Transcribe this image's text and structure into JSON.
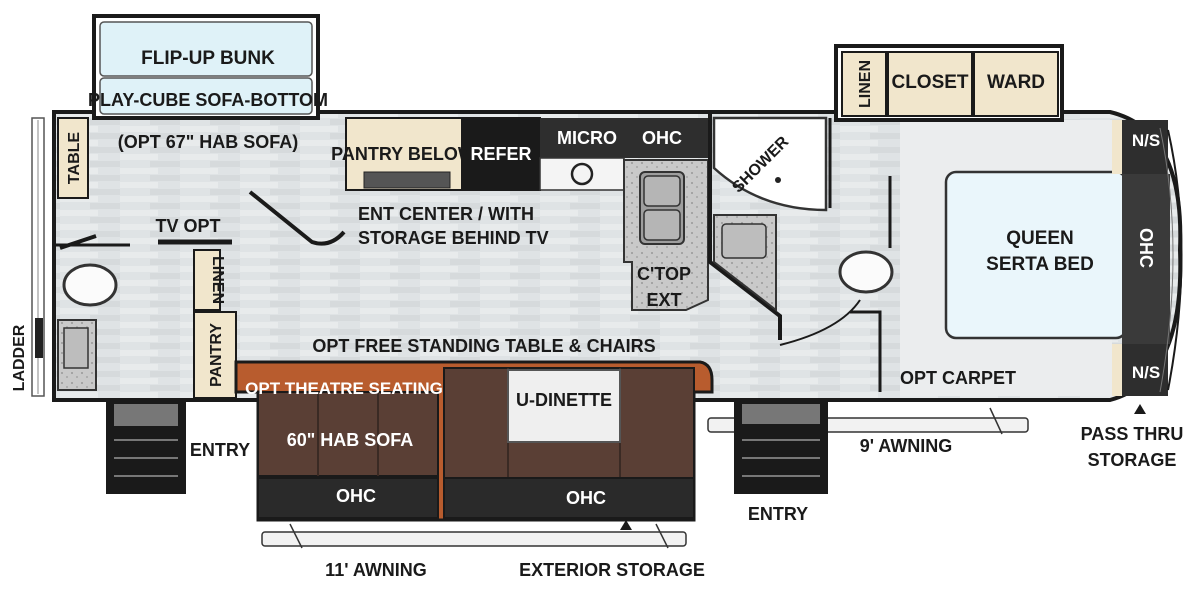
{
  "labels": {
    "flip_up_bunk": "FLIP-UP BUNK",
    "play_cube": "PLAY-CUBE SOFA-BOTTOM",
    "opt_hab_sofa": "(OPT 67\" HAB SOFA)",
    "table": "TABLE",
    "tv_opt": "TV OPT",
    "linen_left": "LINEN",
    "pantry_left": "PANTRY",
    "ladder": "LADDER",
    "entry_left": "ENTRY",
    "pantry_below": "PANTRY BELOW",
    "refer": "REFER",
    "micro": "MICRO",
    "ohc_kitchen": "OHC",
    "ent_center_1": "ENT CENTER / WITH",
    "ent_center_2": "STORAGE BEHIND TV",
    "ctop_1": "C'TOP",
    "ctop_2": "EXT",
    "shower": "SHOWER",
    "opt_table": "OPT FREE STANDING TABLE & CHAIRS",
    "opt_theatre": "OPT THEATRE SEATING",
    "hab_sofa": "60\" HAB SOFA",
    "u_dinette": "U-DINETTE",
    "ohc_sofa": "OHC",
    "ohc_dinette": "OHC",
    "awning_11": "11' AWNING",
    "exterior_storage": "EXTERIOR STORAGE",
    "entry_right": "ENTRY",
    "awning_9": "9' AWNING",
    "linen_top": "LINEN",
    "closet": "CLOSET",
    "ward": "WARD",
    "queen_1": "QUEEN",
    "queen_2": "SERTA BED",
    "ohc_bed": "OHC",
    "ns_top": "N/S",
    "ns_bottom": "N/S",
    "opt_carpet": "OPT CARPET",
    "pass_thru_1": "PASS THRU",
    "pass_thru_2": "STORAGE"
  },
  "colors": {
    "outline": "#1a1a1a",
    "floor": "#dfe3e5",
    "carpet": "#ebedee",
    "bed": "#eaf6fb",
    "cabinet": "#f1e6cc",
    "sofa_brown": "#5a3f35",
    "theatre_orange": "#b85c2e",
    "dark_panel": "#2e2e2e"
  }
}
